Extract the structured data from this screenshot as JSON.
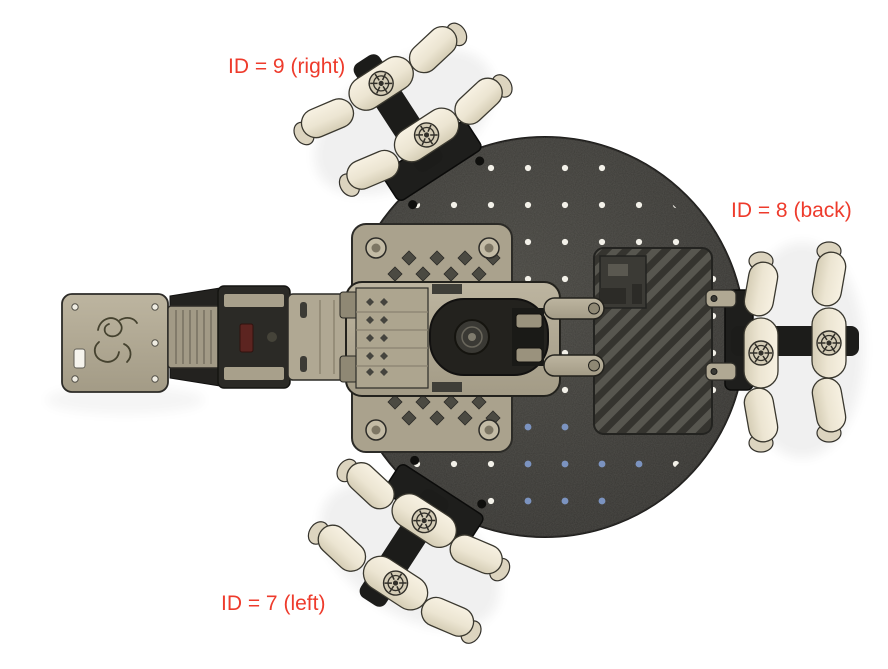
{
  "labels": {
    "wheel9": {
      "text": "ID = 9 (right)"
    },
    "wheel8": {
      "text": "ID = 8 (back)"
    },
    "wheel7": {
      "text": "ID = 7 (left)"
    }
  },
  "colors": {
    "annotation_red": "#ee3b2c",
    "base_plate": "#3b3a36",
    "wheel_roller_ivory": "#f1ebdb",
    "arm_tan": "#b3ab96",
    "vent_box_gray": "#504f4a",
    "calibration_hole_blue": "#7b93c0",
    "background": "#ffffff"
  }
}
